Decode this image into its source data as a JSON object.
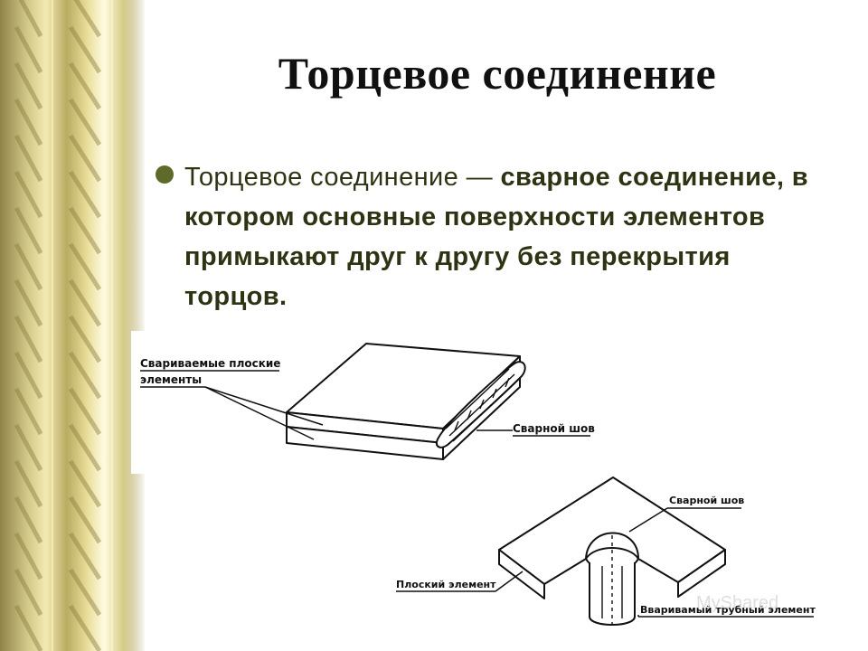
{
  "slide": {
    "title": "Торцевое соединение",
    "bullet": {
      "term": "Торцевое соединение",
      "dash": " — ",
      "definition": "сварное соединение, в котором основные поверхности элементов примыкают друг к другу без перекрытия торцов."
    }
  },
  "figure_top": {
    "label_plates_line1": "Свариваемые плоские",
    "label_plates_line2": "элементы",
    "label_seam": "Сварной шов"
  },
  "figure_bottom": {
    "label_seam": "Сварной шов",
    "label_flat": "Плоский элемент",
    "label_tube": "Вваривамый трубный элемент"
  },
  "watermark": "MyShared",
  "colors": {
    "bullet": "#5d6a2a",
    "text": "#2d3413",
    "band_light": "#f3eab2",
    "band_dark": "#8f8348"
  }
}
